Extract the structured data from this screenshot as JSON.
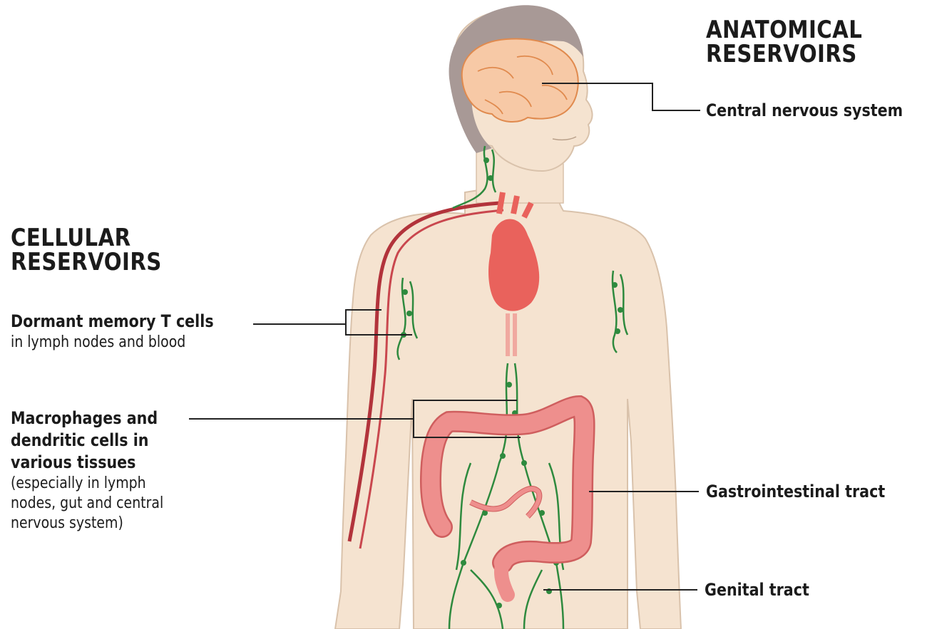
{
  "headings": {
    "anatomical": [
      "ANATOMICAL",
      "RESERVOIRS"
    ],
    "cellular": [
      "CELLULAR",
      "RESERVOIRS"
    ]
  },
  "labels": {
    "cns": "Central nervous system",
    "gi": "Gastrointestinal tract",
    "genital": "Genital tract",
    "tcells": {
      "main": "Dormant memory T cells",
      "sub": "in lymph nodes and blood"
    },
    "macrophages": {
      "main": [
        "Macrophages and",
        "dendritic cells in",
        "various tissues"
      ],
      "sub": [
        "(especially in lymph",
        "nodes, gut and central",
        "nervous system)"
      ]
    }
  },
  "colors": {
    "skin": "#f5e3d0",
    "skin_outline": "#d9c2ab",
    "hair": "#a89996",
    "brain": "#f7c9a6",
    "brain_outline": "#e08a4e",
    "heart": "#e9625c",
    "vessel": "#b2333b",
    "colon": "#ee8f8d",
    "colon_outline": "#cf5e5e",
    "lymph": "#2e8a3e",
    "leader": "#222222"
  }
}
